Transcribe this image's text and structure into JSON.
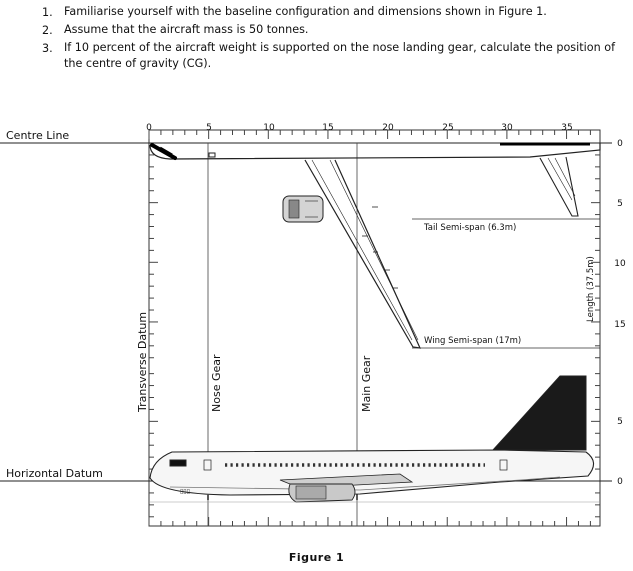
{
  "questions": [
    {
      "num": "1.",
      "text": "Familiarise yourself with the baseline configuration and dimensions shown in Figure 1."
    },
    {
      "num": "2.",
      "text": "Assume that the aircraft mass is 50 tonnes."
    },
    {
      "num": "3.",
      "text": "If 10 percent of the aircraft weight is supported on the nose landing gear, calculate the position of the centre of gravity (CG)."
    }
  ],
  "figure": {
    "caption": "Figure 1",
    "top_scale": [
      "0",
      "5",
      "10",
      "15",
      "20",
      "25",
      "30",
      "35"
    ],
    "right_scale_top": [
      "0",
      "5",
      "10",
      "15"
    ],
    "right_scale_bottom": [
      "5",
      "0"
    ],
    "labels": {
      "centre_line": "Centre Line",
      "horizontal_datum": "Horizontal Datum",
      "transverse_datum": "Transverse Datum",
      "nose_gear": "Nose Gear",
      "main_gear": "Main Gear",
      "tail_semi_span": "Tail Semi-span (6.3m)",
      "wing_semi_span": "Wing Semi-span (17m)",
      "length": "Length (37.5m)"
    }
  }
}
